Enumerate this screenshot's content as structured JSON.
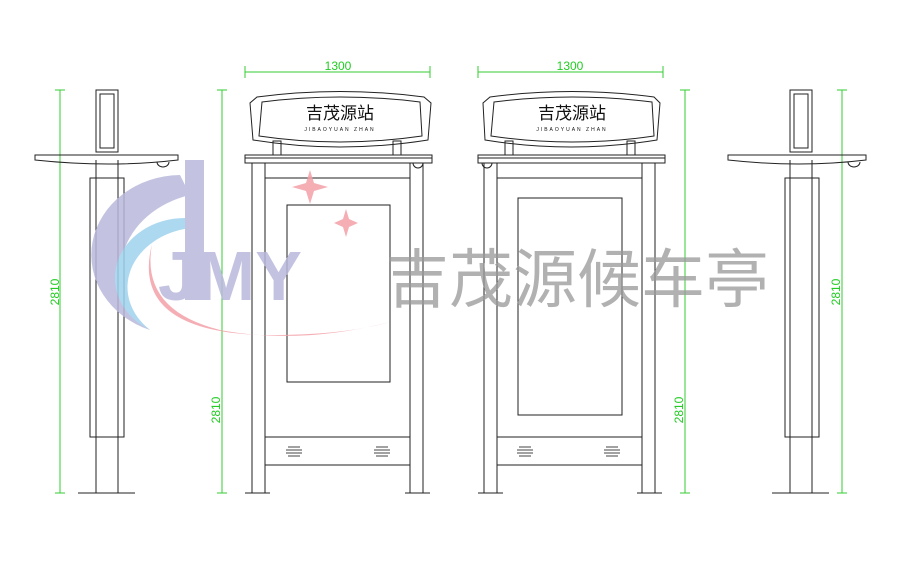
{
  "drawing": {
    "width_dimension": "1300",
    "height_dimension": "2810",
    "sign_title": "吉茂源站",
    "sign_subtitle": "JIBAOYUAN  ZHAN",
    "views": [
      "left-side",
      "front",
      "back",
      "right-side"
    ]
  },
  "watermark": {
    "logo_text": "JMY",
    "company_text": "吉茂源候车亭",
    "colors": {
      "purple": "#b9b9dc",
      "blue": "#9fd3ee",
      "pink": "#f3a0a8",
      "gray": "#9a9a9a"
    }
  },
  "colors": {
    "dimension": "#33cc33",
    "line": "#222222"
  }
}
